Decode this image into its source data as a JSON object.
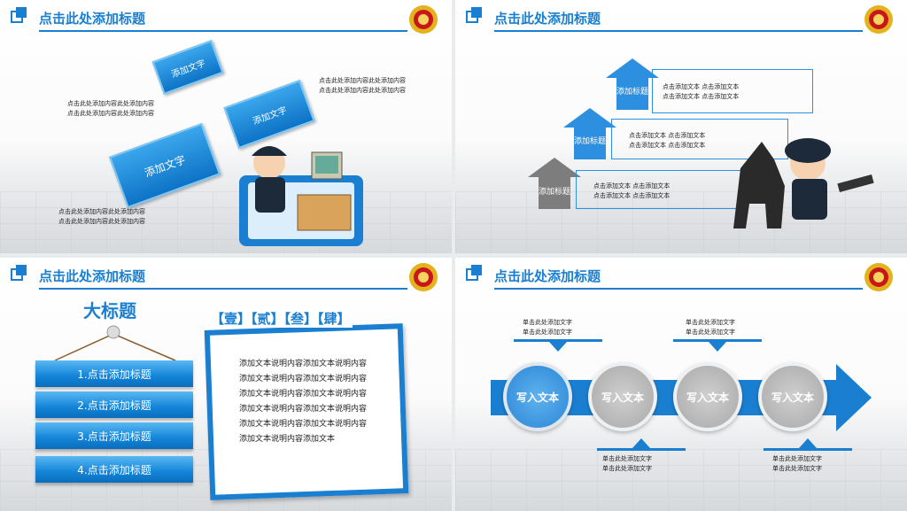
{
  "slides": [
    {
      "title": "点击此处添加标题",
      "boxes": [
        "添加文字",
        "添加文字",
        "添加文字"
      ],
      "texts": [
        [
          "点击此处添加内容此处添加内容",
          "点击此处添加内容此处添加内容"
        ],
        [
          "点击此处添加内容此处添加内容",
          "点击此处添加内容此处添加内容"
        ],
        [
          "点击此处添加内容此处添加内容",
          "点击此处添加内容此处添加内容"
        ]
      ]
    },
    {
      "title": "点击此处添加标题",
      "arrows": [
        {
          "label": "添加标题",
          "lines": [
            "点击添加文本 点击添加文本",
            "点击添加文本 点击添加文本"
          ]
        },
        {
          "label": "添加标题",
          "lines": [
            "点击添加文本 点击添加文本",
            "点击添加文本 点击添加文本"
          ]
        },
        {
          "label": "添加标题",
          "lines": [
            "点击添加文本 点击添加文本",
            "点击添加文本 点击添加文本"
          ]
        }
      ]
    },
    {
      "title": "点击此处添加标题",
      "big_title": "大标题",
      "menu": [
        "1.点击添加标题",
        "2.点击添加标题",
        "3.点击添加标题",
        "4.点击添加标题"
      ],
      "tabs": "【壹】【贰】【叁】【肆】",
      "body_lines": [
        "添加文本说明内容添加文本说明内容",
        "添加文本说明内容添加文本说明内容",
        "添加文本说明内容添加文本说明内容",
        "添加文本说明内容添加文本说明内容",
        "添加文本说明内容添加文本说明内容",
        "添加文本说明内容添加文本"
      ]
    },
    {
      "title": "点击此处添加标题",
      "circles": [
        "写入文本",
        "写入文本",
        "写入文本",
        "写入文本"
      ],
      "top_notes": [
        [
          "单击此处添加文字",
          "单击此处添加文字"
        ],
        [
          "单击此处添加文字",
          "单击此处添加文字"
        ]
      ],
      "bottom_notes": [
        [
          "单击此处添加文字",
          "单击此处添加文字"
        ],
        [
          "单击此处添加文字",
          "单击此处添加文字"
        ]
      ]
    }
  ]
}
